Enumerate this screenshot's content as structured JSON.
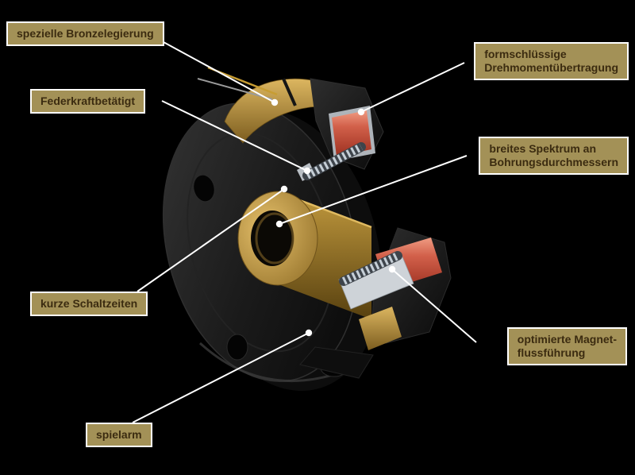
{
  "colors": {
    "background": "#000000",
    "label_background": "#a39157",
    "label_border": "#ffffff",
    "label_text": "#3b2b10",
    "leader_line": "#ffffff",
    "bronze": "#c9a851",
    "coil_red": "#d2604a",
    "spring_silver": "#c6cfd7",
    "housing_black": "#1a1a1a"
  },
  "callouts": [
    {
      "line1": "spezielle Bronzelegierung"
    },
    {
      "line1": "Federkraftbetätigt"
    },
    {
      "line1": "formschlüssige",
      "line2": "Drehmomentübertragung"
    },
    {
      "line1": "breites Spektrum an",
      "line2": "Bohrungsdurchmessern"
    },
    {
      "line1": "kurze Schaltzeiten"
    },
    {
      "line1": "optimierte Magnet-",
      "line2": "flussführung"
    },
    {
      "line1": "spielarm"
    }
  ]
}
